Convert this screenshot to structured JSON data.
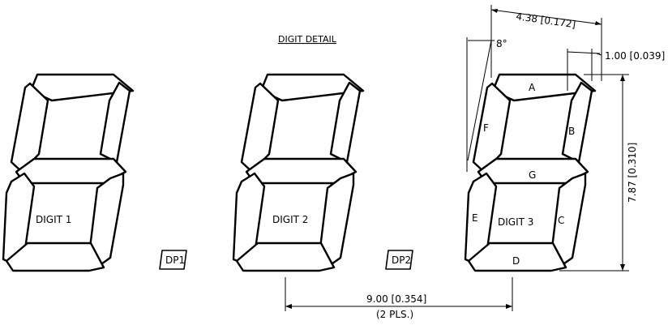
{
  "title": "DIGIT DETAIL",
  "digits": [
    {
      "label": "DIGIT 1"
    },
    {
      "label": "DIGIT 2"
    },
    {
      "label": "DIGIT 3"
    }
  ],
  "decimal_points": [
    "DP1",
    "DP2"
  ],
  "segment_letters": {
    "a": "A",
    "b": "B",
    "c": "C",
    "d": "D",
    "e": "E",
    "f": "F",
    "g": "G"
  },
  "dimensions": {
    "width": "4.38 [0.172]",
    "slant": "8°",
    "segment_width": "1.00 [0.039]",
    "height": "7.87 [0.310]",
    "pitch": "9.00 [0.354]",
    "pitch_note": "(2 PLS.)"
  }
}
